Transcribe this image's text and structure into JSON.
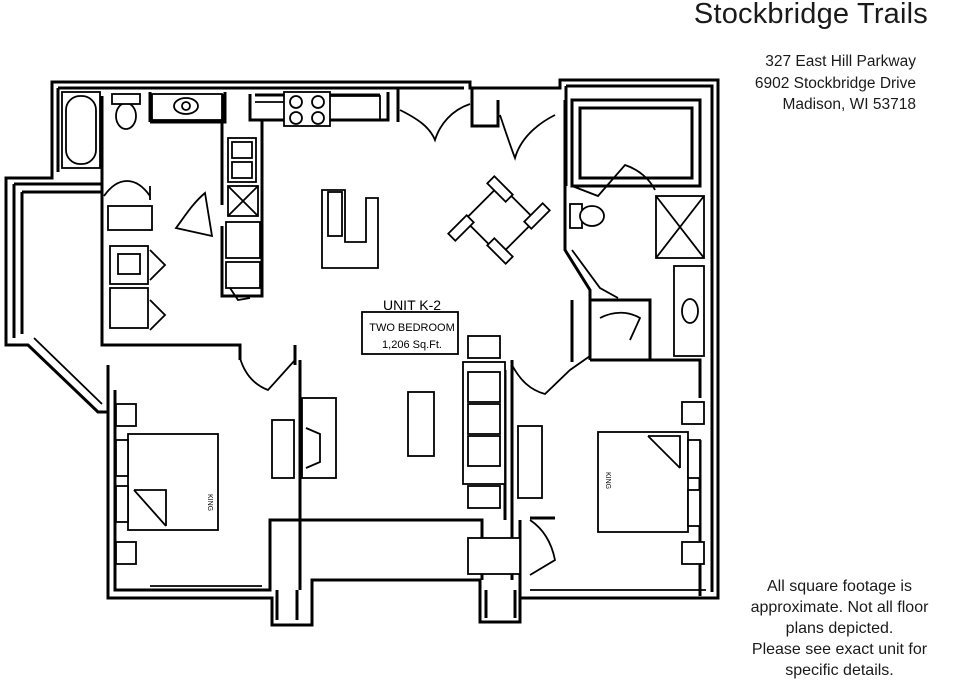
{
  "header": {
    "property_name": "Stockbridge Trails",
    "address": [
      "327 East Hill Parkway",
      "6902 Stockbridge Drive",
      "Madison, WI 53718"
    ]
  },
  "plan": {
    "unit_name": "UNIT K-2",
    "bedrooms": "TWO BEDROOM",
    "area": "1,206 Sq.Ft.",
    "bed_label_left": "KING",
    "bed_label_right": "KING"
  },
  "disclaimer": [
    "All square footage is",
    "approximate. Not all floor",
    "plans depicted.",
    "Please see exact unit for",
    "specific details."
  ]
}
